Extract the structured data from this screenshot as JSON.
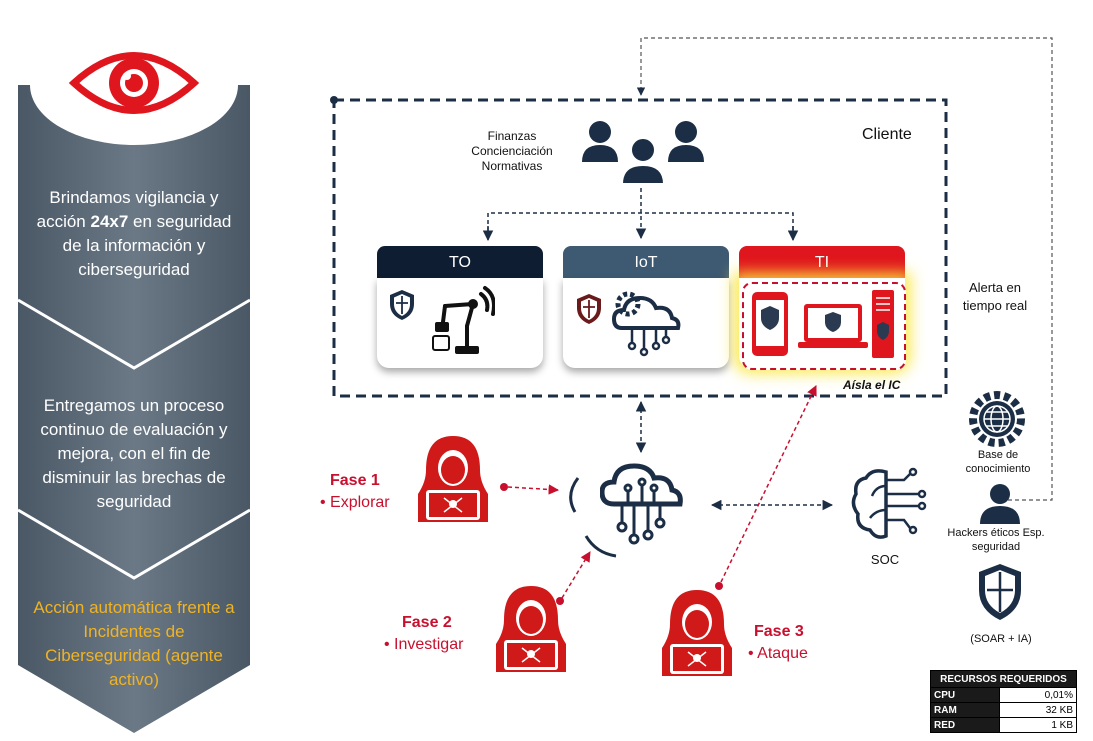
{
  "left_panel": {
    "block1_pre": "Brindamos vigilancia y acción ",
    "block1_bold": "24x7",
    "block1_post": " en seguridad de la información y ciberseguridad",
    "block2": "Entregamos un proceso continuo de evaluación y mejora, con el fin de disminuir las brechas de seguridad",
    "block3": "Acción automática  frente a Incidentes de Ciberseguridad (agente activo)",
    "eye_icon_color": "#e0161e"
  },
  "client": {
    "label": "Cliente",
    "roles": [
      "Finanzas",
      "Concienciación",
      "Normativas"
    ]
  },
  "tabs": [
    {
      "title": "TO",
      "color": "#0f1d33"
    },
    {
      "title": "IoT",
      "color": "#3e5a73"
    },
    {
      "title": "TI",
      "color": "#e0161e"
    }
  ],
  "isolate_label": "Aísla el IC",
  "alert_label": "Alerta en tiempo real",
  "soc_label": "SOC",
  "knowledge_label": "Base de conocimiento",
  "hackers_label": "Hackers éticos Esp. seguridad",
  "soar_label": "(SOAR + IA)",
  "phases": [
    {
      "name": "Fase 1",
      "action": "• Explorar"
    },
    {
      "name": "Fase 2",
      "action": "• Investigar"
    },
    {
      "name": "Fase 3",
      "action": "• Ataque"
    }
  ],
  "resources": {
    "title": "RECURSOS REQUERIDOS",
    "rows": [
      {
        "key": "CPU",
        "value": "0,01%"
      },
      {
        "key": "RAM",
        "value": "32 KB"
      },
      {
        "key": "RED",
        "value": "1 KB"
      }
    ]
  },
  "colors": {
    "navy": "#1c2e45",
    "red": "#c8102e",
    "gray": "#5a6878"
  }
}
